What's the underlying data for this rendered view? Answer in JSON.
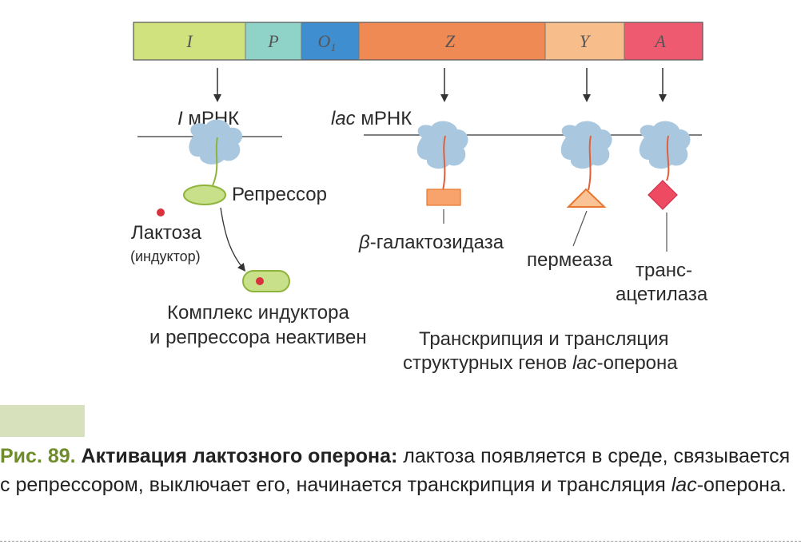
{
  "genes": [
    {
      "label": "I",
      "subscript": "",
      "color": "#cfe27d"
    },
    {
      "label": "P",
      "subscript": "",
      "color": "#8fd3c8"
    },
    {
      "label": "O",
      "subscript": "1",
      "color": "#3f8fd0"
    },
    {
      "label": "Z",
      "subscript": "",
      "color": "#f08a55"
    },
    {
      "label": "Y",
      "subscript": "",
      "color": "#f7bd8a"
    },
    {
      "label": "A",
      "subscript": "",
      "color": "#ee5a70"
    }
  ],
  "labels": {
    "i_mrna_italic": "I",
    "i_mrna_text": " мРНК",
    "lac_mrna_italic": "lac",
    "lac_mrna_text": " мРНК",
    "repressor": "Репрессор",
    "lactose": "Лактоза",
    "inducer": "(индуктор)",
    "complex_line1": "Комплекс индуктора",
    "complex_line2": "и репрессора неактивен",
    "beta_symbol": "β",
    "beta_galactosidase": "-галактозидаза",
    "permease": "пермеаза",
    "transacetylase_line1": "транс-",
    "transacetylase_line2": "ацетилаза",
    "transcription_line1": "Транскрипция и трансляция",
    "transcription_line2_a": "структурных генов ",
    "transcription_line2_lac": "lac",
    "transcription_line2_b": "-оперона"
  },
  "colors": {
    "ribosome": "#a9c8df",
    "repressor_fill": "#c8e08a",
    "repressor_stroke": "#8db33a",
    "lactose_dot": "#d8323c",
    "peptide": "#e0603a",
    "beta_gal_fill": "#f7a36b",
    "permease_fill": "#f9c396",
    "permease_stroke": "#e8762e",
    "acetylase_fill": "#ee4a62",
    "caption_accent": "#6f8c2a"
  },
  "caption": {
    "figure_number": "Рис. 89.",
    "title": " Активация лактозного оперона:",
    "text_a": " лактоза появляется в среде, связывается с репрессором, выключает его, начинается транскрипция и трансляция ",
    "text_lac": "lac",
    "text_b": "-оперона."
  }
}
